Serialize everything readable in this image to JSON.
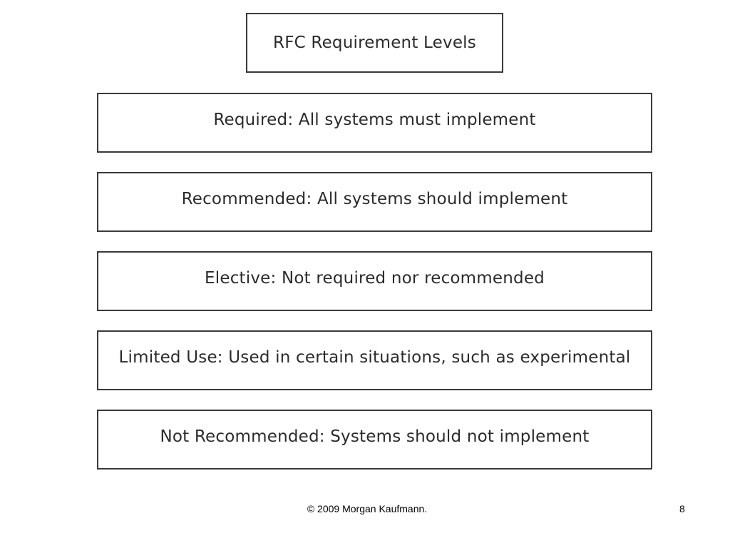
{
  "diagram": {
    "title": "RFC Requirement Levels",
    "levels": [
      "Required: All systems must implement",
      "Recommended: All systems should implement",
      "Elective: Not required nor recommended",
      "Limited Use: Used in certain situations, such as experimental",
      "Not Recommended: Systems should not implement"
    ]
  },
  "footer": {
    "copyright": "© 2009 Morgan Kaufmann.",
    "page_number": "8"
  }
}
